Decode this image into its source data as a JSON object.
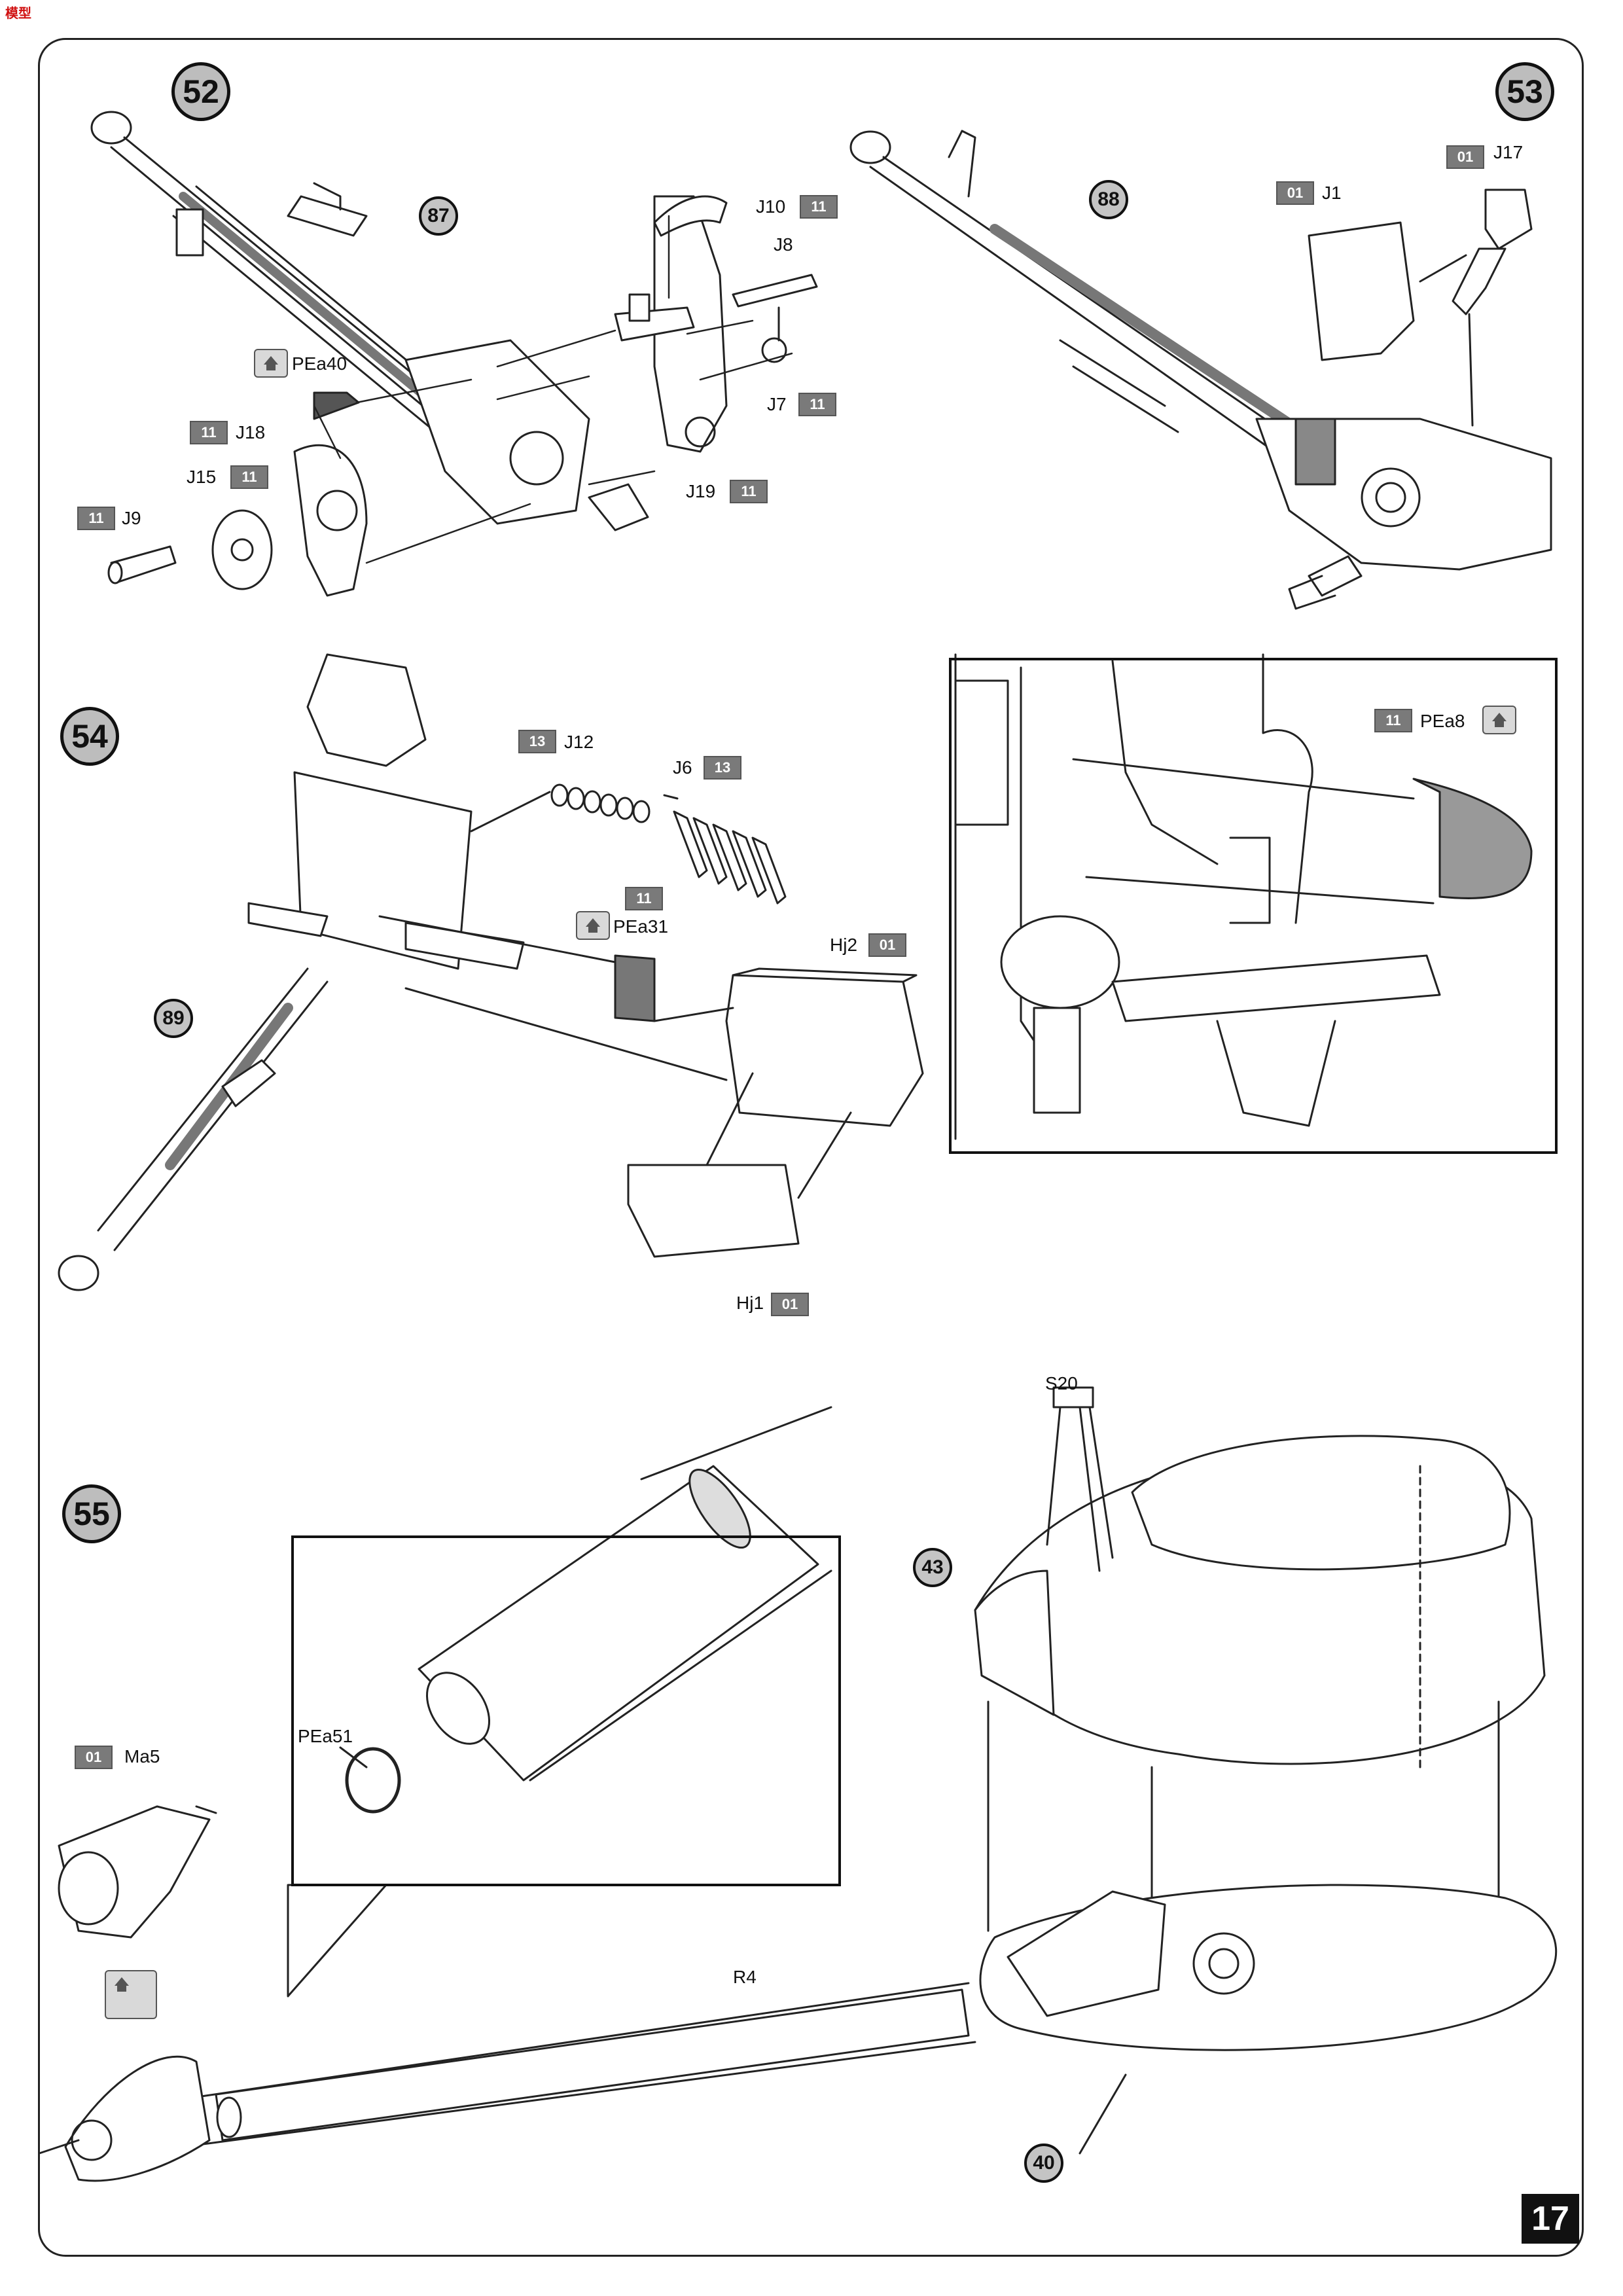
{
  "page": {
    "number": "17",
    "logo_text": "模型"
  },
  "steps": {
    "s52": {
      "number": "52",
      "assembly_ref": "87",
      "labels": {
        "J10": "J10",
        "J8": "J8",
        "J7": "J7",
        "PEa40": "PEa40",
        "J18": "J18",
        "J15": "J15",
        "J9": "J9",
        "J19": "J19"
      },
      "tags": {
        "J10": "11",
        "J7": "11",
        "J18": "11",
        "J15": "11",
        "J9": "11",
        "J19": "11"
      }
    },
    "s53": {
      "number": "53",
      "assembly_ref": "88",
      "labels": {
        "J17": "J17",
        "J1": "J1",
        "PEa8": "PEa8"
      },
      "tags": {
        "J17": "01",
        "J1": "01",
        "PEa8": "11"
      }
    },
    "s54": {
      "number": "54",
      "assembly_ref": "89",
      "labels": {
        "J12": "J12",
        "J6": "J6",
        "PEa31": "PEa31",
        "Hj2": "Hj2",
        "Hj1": "Hj1"
      },
      "tags": {
        "J12": "13",
        "J6": "13",
        "PEa31": "11",
        "Hj2": "01",
        "Hj1": "01"
      }
    },
    "s55": {
      "number": "55",
      "assembly_ref_turret": "43",
      "assembly_ref_hull": "40",
      "labels": {
        "S20": "S20",
        "PEa51": "PEa51",
        "Ma5": "Ma5",
        "R4": "R4"
      },
      "tags": {
        "Ma5": "01"
      }
    }
  }
}
